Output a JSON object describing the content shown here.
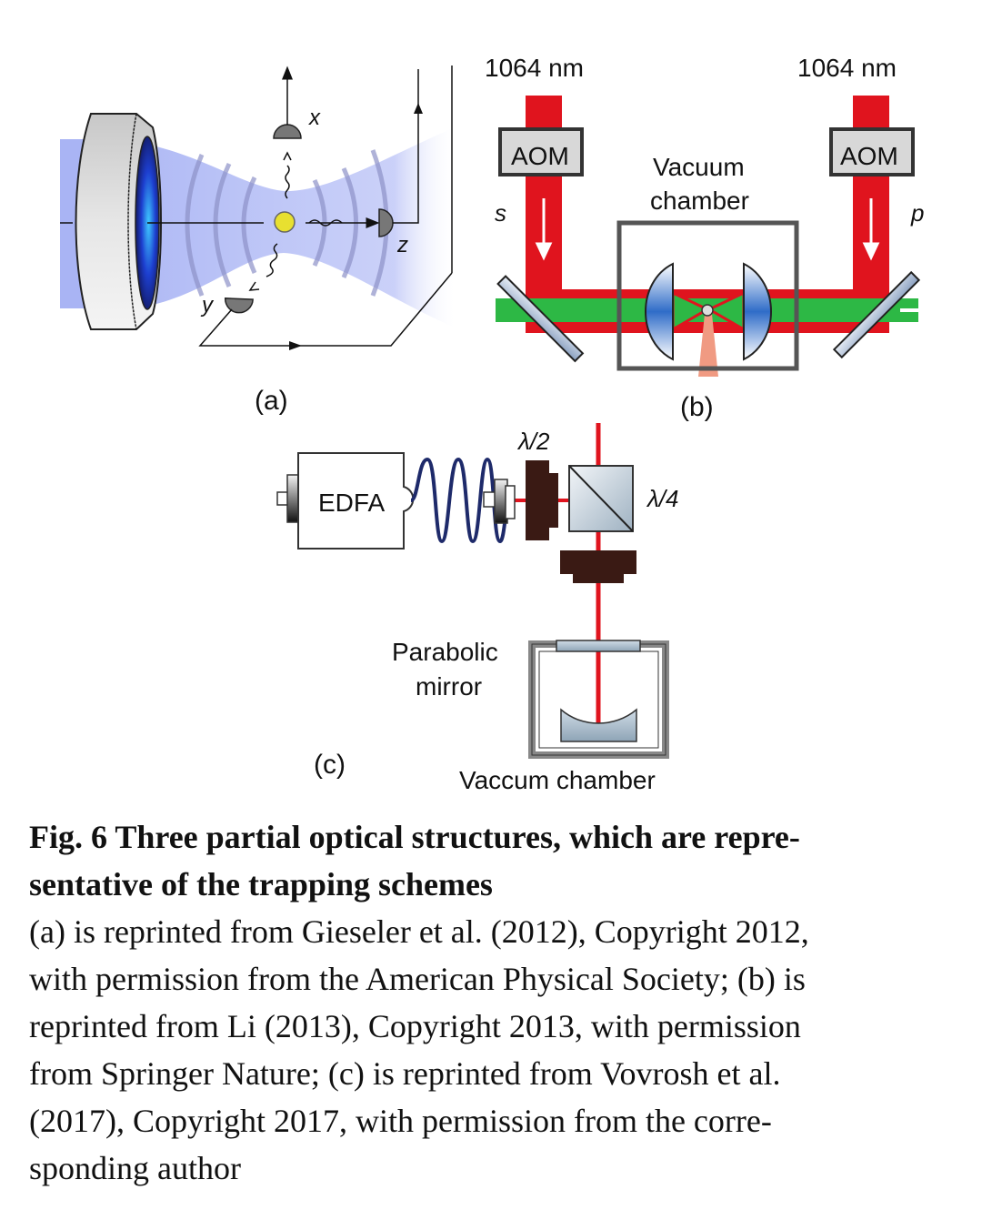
{
  "figure": {
    "panel_a": {
      "label": "(a)",
      "axis_labels": {
        "x": "x",
        "y": "y",
        "z": "z"
      }
    },
    "panel_b": {
      "label": "(b)",
      "wavelength_left": "1064 nm",
      "wavelength_right": "1064 nm",
      "aom_left": "AOM",
      "aom_right": "AOM",
      "polarization_left": "s",
      "polarization_right": "p",
      "chamber_label_line1": "Vacuum",
      "chamber_label_line2": "chamber"
    },
    "panel_c": {
      "label": "(c)",
      "edfa": "EDFA",
      "half_wave": "λ/2",
      "quarter_wave": "λ/4",
      "mirror_line1": "Parabolic",
      "mirror_line2": "mirror",
      "chamber": "Vaccum chamber"
    },
    "colors": {
      "beam_red": "#e0141e",
      "beam_green": "#2db845",
      "trap_blue": "#a9b4f4",
      "waveplate_brown": "#3a1a14",
      "chamber_gray": "#555555"
    }
  },
  "caption": {
    "title": "Fig. 6  Three partial optical structures, which are representative of the trapping schemes",
    "title_line1": "Fig. 6  Three partial optical structures, which are repre-",
    "title_line2": "sentative of the trapping schemes",
    "body_lines": [
      "(a) is reprinted from Gieseler et al. (2012), Copyright 2012,",
      "with permission from the American Physical Society; (b) is",
      "reprinted from Li (2013), Copyright 2013, with permission",
      "from Springer Nature; (c) is reprinted from Vovrosh et al.",
      "(2017), Copyright 2017, with permission from the corre-",
      "sponding author"
    ]
  }
}
